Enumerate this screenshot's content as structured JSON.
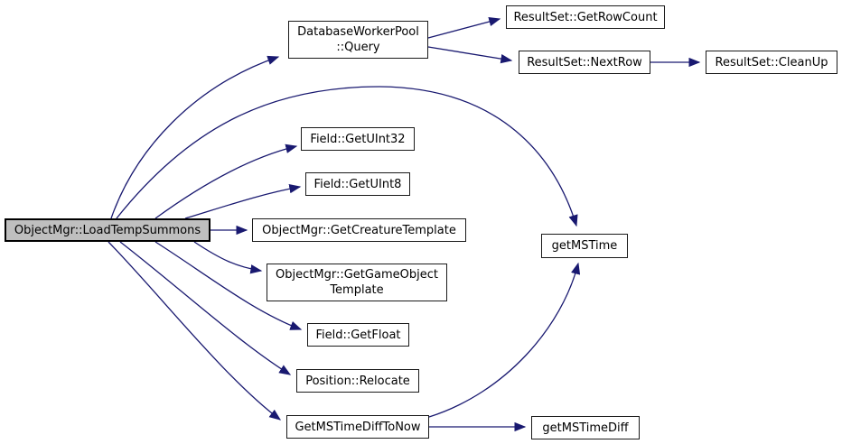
{
  "diagram": {
    "type": "call-graph",
    "colors": {
      "edge": "#191970",
      "node_fill": "#ffffff",
      "node_border": "#1a1a1a",
      "highlight_fill": "#bfbfbf",
      "text": "#000000",
      "background": "#ffffff"
    },
    "nodes": [
      {
        "id": "loadtempsummons",
        "label": "ObjectMgr::LoadTempSummons",
        "highlighted": true
      },
      {
        "id": "query",
        "label": "DatabaseWorkerPool\n::Query",
        "highlighted": false
      },
      {
        "id": "getrowcount",
        "label": "ResultSet::GetRowCount",
        "highlighted": false
      },
      {
        "id": "nextrow",
        "label": "ResultSet::NextRow",
        "highlighted": false
      },
      {
        "id": "cleanup",
        "label": "ResultSet::CleanUp",
        "highlighted": false
      },
      {
        "id": "getuint32",
        "label": "Field::GetUInt32",
        "highlighted": false
      },
      {
        "id": "getuint8",
        "label": "Field::GetUInt8",
        "highlighted": false
      },
      {
        "id": "getcreaturetemplate",
        "label": "ObjectMgr::GetCreatureTemplate",
        "highlighted": false
      },
      {
        "id": "getgameobjecttemplate",
        "label": "ObjectMgr::GetGameObject\nTemplate",
        "highlighted": false
      },
      {
        "id": "getfloat",
        "label": "Field::GetFloat",
        "highlighted": false
      },
      {
        "id": "relocate",
        "label": "Position::Relocate",
        "highlighted": false
      },
      {
        "id": "getmstimedifftonow",
        "label": "GetMSTimeDiffToNow",
        "highlighted": false
      },
      {
        "id": "getmstime",
        "label": "getMSTime",
        "highlighted": false
      },
      {
        "id": "getmstimediff",
        "label": "getMSTimeDiff",
        "highlighted": false
      }
    ],
    "edges": [
      {
        "from": "loadtempsummons",
        "to": "query"
      },
      {
        "from": "loadtempsummons",
        "to": "getmstime"
      },
      {
        "from": "loadtempsummons",
        "to": "getuint32"
      },
      {
        "from": "loadtempsummons",
        "to": "getuint8"
      },
      {
        "from": "loadtempsummons",
        "to": "getcreaturetemplate"
      },
      {
        "from": "loadtempsummons",
        "to": "getgameobjecttemplate"
      },
      {
        "from": "loadtempsummons",
        "to": "getfloat"
      },
      {
        "from": "loadtempsummons",
        "to": "relocate"
      },
      {
        "from": "loadtempsummons",
        "to": "getmstimedifftonow"
      },
      {
        "from": "query",
        "to": "getrowcount"
      },
      {
        "from": "query",
        "to": "nextrow"
      },
      {
        "from": "nextrow",
        "to": "cleanup"
      },
      {
        "from": "getmstimedifftonow",
        "to": "getmstime"
      },
      {
        "from": "getmstimedifftonow",
        "to": "getmstimediff"
      }
    ]
  }
}
